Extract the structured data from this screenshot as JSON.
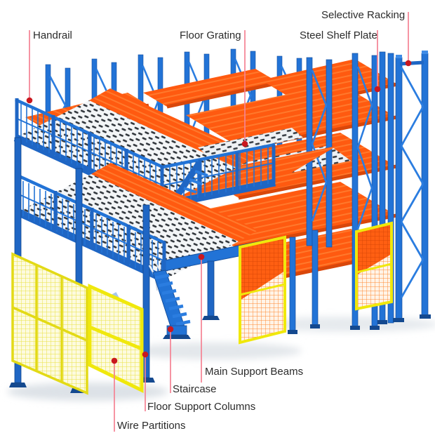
{
  "diagram_title": "Mezzanine racking system annotated diagram",
  "labels": {
    "handrail": {
      "text": "Handrail"
    },
    "floor_grating": {
      "text": "Floor Grating"
    },
    "steel_shelf_plate": {
      "text": "Steel Shelf Plate"
    },
    "selective_racking": {
      "text": "Selective Racking"
    },
    "main_support_beams": {
      "text": "Main Support Beams"
    },
    "staircase": {
      "text": "Staircase"
    },
    "floor_support_columns": {
      "text": "Floor Support Columns"
    },
    "wire_partitions": {
      "text": "Wire Partitions"
    }
  },
  "annotation_style": {
    "leader_line_color": "#f58293",
    "marker_dot_color": "#c9181f",
    "label_text_color": "#2b2b2b"
  },
  "palette": {
    "structure_blue": "#2273d6",
    "structure_blue_dark": "#17519f",
    "shelf_orange": "#ff5a10",
    "shelf_orange_dark": "#d9470a",
    "partition_yellow": "#f0e80c",
    "grating_white": "#f3f5f7",
    "background": "#ffffff"
  }
}
